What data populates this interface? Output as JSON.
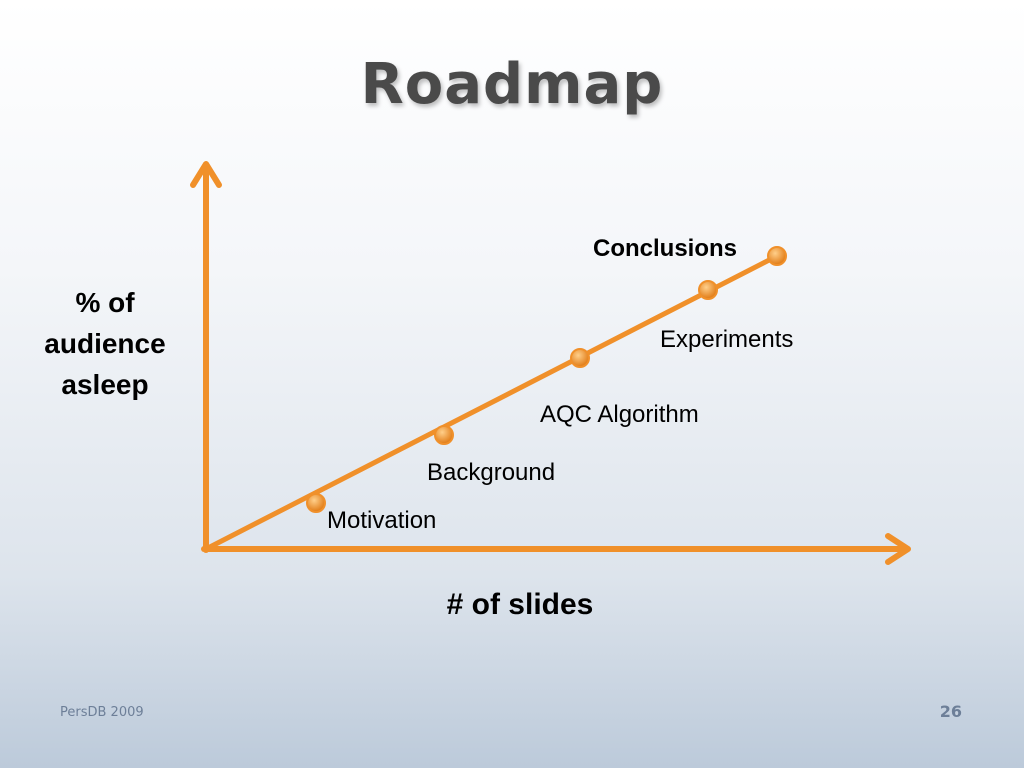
{
  "slide": {
    "title": "Roadmap",
    "y_label_lines": [
      "% of",
      "audience",
      "asleep"
    ],
    "x_label": "# of slides",
    "footer_left": "PersDB 2009",
    "page_number": "26"
  },
  "diagram": {
    "accent_color": "#f0902a",
    "milestones": [
      {
        "label": "Motivation"
      },
      {
        "label": "Background"
      },
      {
        "label": "AQC Algorithm"
      },
      {
        "label": "Experiments"
      },
      {
        "label": "Conclusions",
        "bold": true
      }
    ]
  }
}
